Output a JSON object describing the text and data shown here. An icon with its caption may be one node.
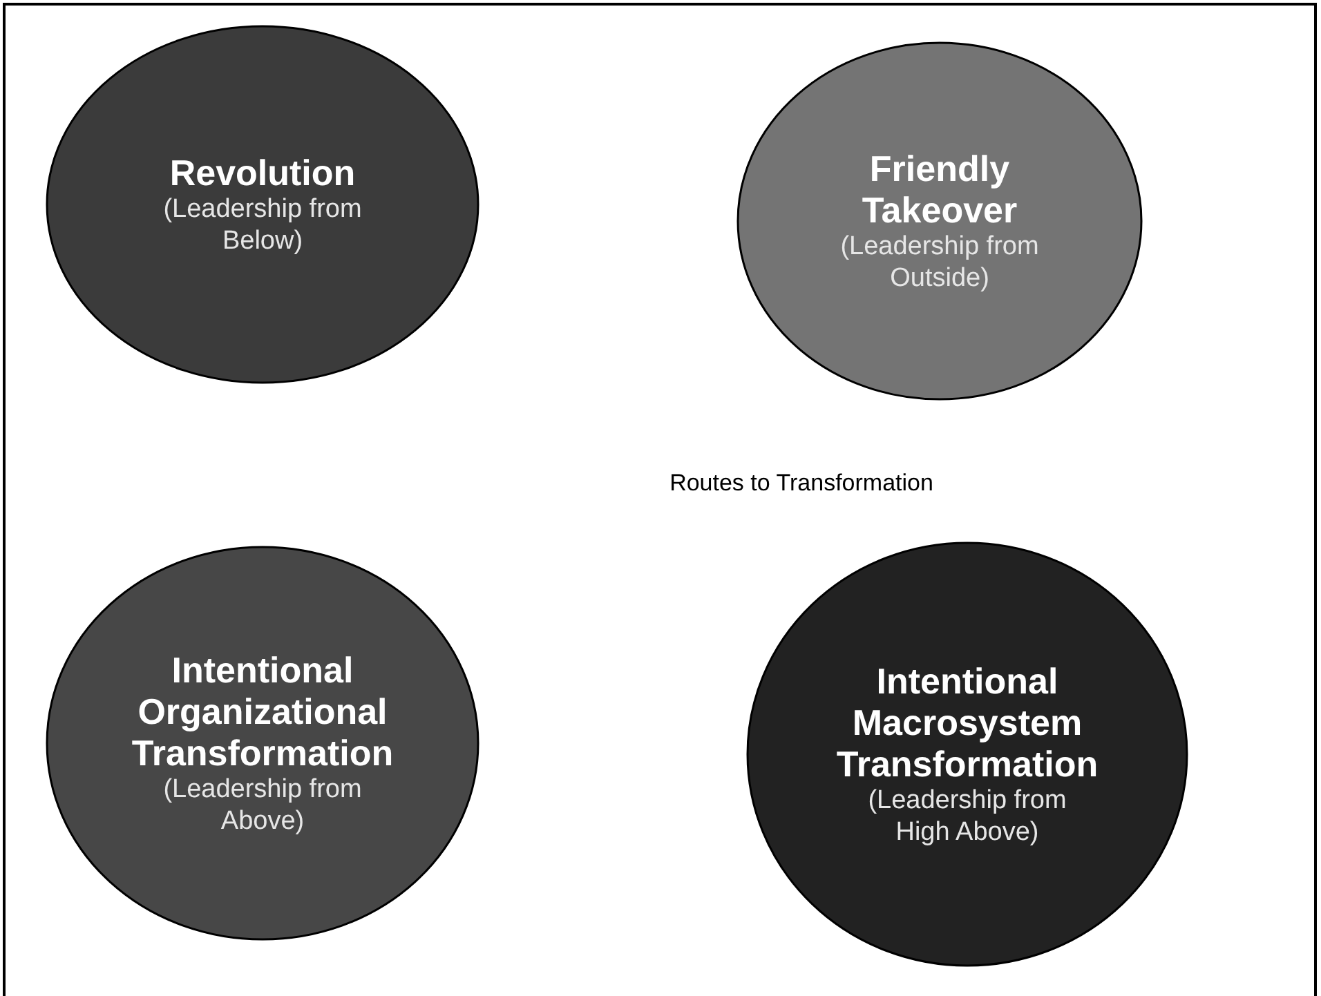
{
  "diagram": {
    "nodes": [
      {
        "text": [
          "Revolution",
          "(Leadership from Below)"
        ]
      },
      {
        "text": [
          "Friendly Takeover",
          "(Leadership from Outside)"
        ]
      },
      {
        "text": [
          "Intentional Organizational Transformation",
          "(Leadership from Above)"
        ]
      },
      {
        "text": [
          "Intentional Macrosystem Transformation",
          "(Leadership from High Above)"
        ]
      }
    ],
    "edges": [],
    "labels": [
      "Routes to Transformation"
    ]
  }
}
